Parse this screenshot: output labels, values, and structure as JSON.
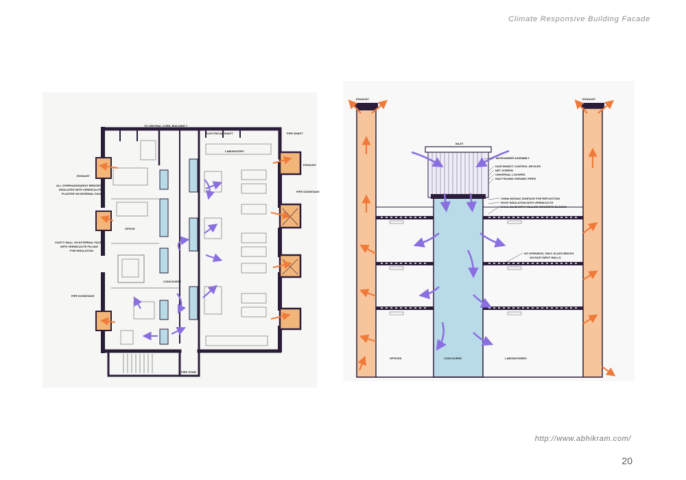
{
  "header": {
    "title": "Climate  Responsive  Building  Facade"
  },
  "footer": {
    "url": "http://www.abhikram.com/",
    "page_number": "20"
  },
  "plan": {
    "labels": {
      "to_central_core": "TO CENTRAL CORE, BUILDING 7",
      "electrical_shaft": "ELECTRICAL SHAFT",
      "pipe_shaft": "PIPE SHAFT",
      "laboratory": "LABORATORY",
      "exhaust_left": "EXHAUST",
      "exhaust_right": "EXHAUST",
      "note_overhangs_1": "ALL OVERHANGS(HEAT BRIDGES)",
      "note_overhangs_2": "INSULATED WITH VERMICULITE",
      "note_overhangs_3": "PLASTER ON INTERNAL FACE",
      "pipe_downtake_right": "PIPE DOWNTAKE",
      "office": "OFFICE",
      "cavity_1": "CAVITY WALL ON EXTERNAL FACE",
      "cavity_2": "WITH VERMICULITE FILLING",
      "cavity_3": "FOR INSULATION",
      "concourse": "CONCOURSE",
      "pipe_downtake_left": "PIPE DOWNTAKE",
      "fire_stair": "FIRE STAIR"
    }
  },
  "section": {
    "labels": {
      "exhaust_left": "EXHAUST",
      "exhaust_right": "EXHAUST",
      "inlet": "INLET",
      "micromiser": "MICROMISER ASSEMBLY",
      "dust": "DUST/INSECT CONTROL DEVICES",
      "net": "NET SCREEN",
      "louvers": "UNIVERSAL LOUVERS",
      "half_round": "HALF ROUND CERAMIC PIPES",
      "china": "CHINA MOSAIC SURFACE FOR REFLECTION",
      "roof": "ROOF INSULATION WITH VERMICULITE",
      "rcc": "R.C.C. SLAB WITH HOLLOW CONCRETE BLOCKS",
      "no_openings_1": "NO OPENINGS, ONLY GLASS BRICKS",
      "no_openings_2": "ON EAST-WEST WALLS",
      "offices": "OFFICES",
      "concourse": "CONCOURSE",
      "laboratories": "LABORATORIES"
    }
  }
}
